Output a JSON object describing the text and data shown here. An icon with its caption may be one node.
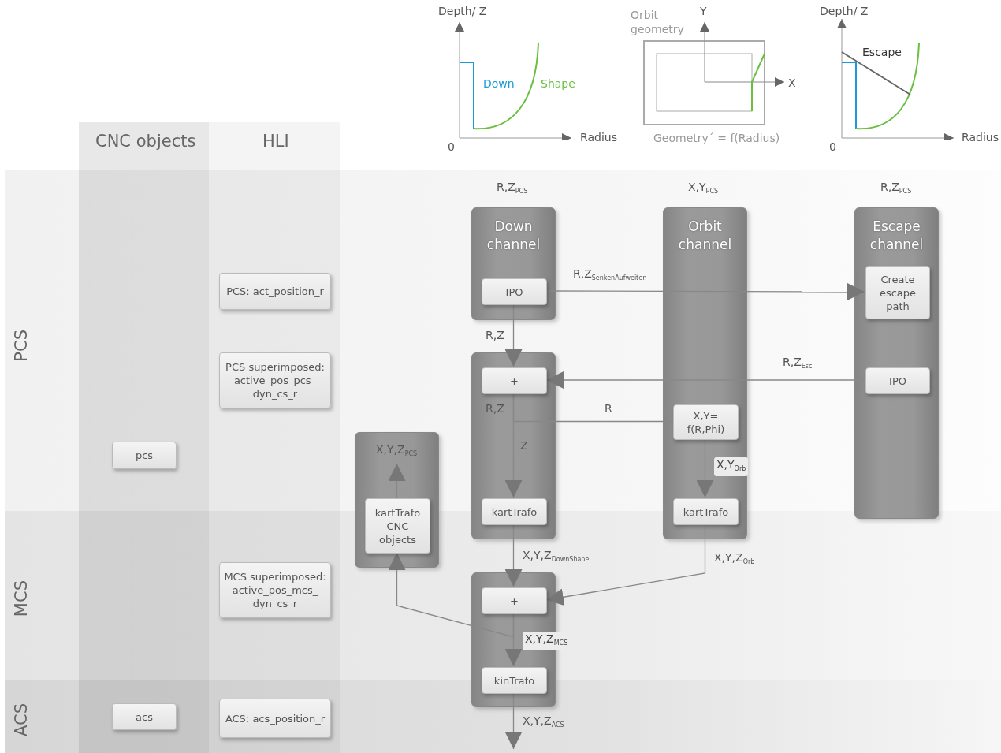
{
  "diagram": {
    "nodes": [
      {
        "text": [
          "PCS: act_position_r"
        ]
      },
      {
        "text": [
          "PCS superimposed: active_pos_pcs_ dyn_cs_r"
        ]
      },
      {
        "text": [
          "pcs"
        ]
      },
      {
        "text": [
          "MCS superimposed: active_pos_mcs_ dyn_cs_r"
        ]
      },
      {
        "text": [
          "acs"
        ]
      },
      {
        "text": [
          "ACS: acs_position_r"
        ]
      },
      {
        "text": [
          "Down channel"
        ],
        "beside": [
          "R,Z$_{PCS}$"
        ]
      },
      {
        "text": [
          "IPO"
        ],
        "in": 6
      },
      {
        "text": [
          "Orbit channel"
        ],
        "beside": [
          "X,Y$_{PCS}$"
        ]
      },
      {
        "text": [
          "Escape channel"
        ],
        "beside": [
          "R,Z$_{PCS}$"
        ]
      },
      {
        "text": [
          "Create escape path"
        ],
        "in": 9
      },
      {
        "text": [
          "IPO"
        ],
        "in": 9
      },
      {
        "text": [],
        "shape": "box"
      },
      {
        "text": [
          "+"
        ],
        "in": 12
      },
      {
        "text": [
          "X,Y= f(R,Phi)"
        ],
        "in": 8
      },
      {
        "text": [
          "kartTrafo"
        ],
        "in": 12
      },
      {
        "text": [
          "kartTrafo"
        ],
        "in": 8
      },
      {
        "text": [],
        "shape": "box"
      },
      {
        "text": [
          "X,Y,Z$_{PCS}$"
        ],
        "in": 17
      },
      {
        "text": [
          "kartTrafo CNC objects"
        ],
        "in": 17
      },
      {
        "text": [],
        "shape": "box"
      },
      {
        "text": [
          "+"
        ],
        "in": 20
      },
      {
        "text": [
          "kinTrafo"
        ],
        "in": 20
      }
    ],
    "edges": [
      {
        "from": 7,
        "to": 10,
        "arrow": "to",
        "label": "R,Z$_{SenkenAufweiten}$"
      },
      {
        "from": 7,
        "to": 13,
        "arrow": "to",
        "label": "R,Z"
      },
      {
        "from": 11,
        "to": 13,
        "arrow": "to",
        "label": "R,Z$_{Esc}$"
      },
      {
        "from": 13,
        "to": 14,
        "arrow": "none",
        "label": "R"
      },
      {
        "from": 13,
        "to": 15,
        "arrow": "to",
        "label": "Z"
      },
      {
        "from": 14,
        "to": 16,
        "arrow": "to",
        "label": "X,Y$_{Orb}$"
      },
      {
        "from": 15,
        "to": 21,
        "arrow": "to",
        "label": "X,Y,Z$_{DownShape}$"
      },
      {
        "from": 16,
        "to": 21,
        "arrow": "to",
        "label": "X,Y,Z$_{Orb}$"
      },
      {
        "from": 21,
        "to": 22,
        "arrow": "to",
        "label": "X,Y,Z$_{MCS}$"
      },
      {
        "from": 21,
        "to": 19,
        "arrow": "to"
      },
      {
        "from": 19,
        "to": 18,
        "arrow": "to"
      },
      {
        "from": 22,
        "to": null,
        "arrow": "to",
        "label": "X,Y,Z$_{ACS}$"
      }
    ],
    "labels": [
      "Depth/ Z",
      "Down",
      "Shape",
      "0",
      "Radius",
      "Orbit geometry",
      "Y",
      "X",
      "Geometry´ = f(Radius)",
      "Depth/ Z",
      "Escape",
      "0",
      "Radius",
      "CNC objects",
      "HLI",
      "PCS",
      "MCS",
      "ACS",
      "R,Z"
    ]
  }
}
